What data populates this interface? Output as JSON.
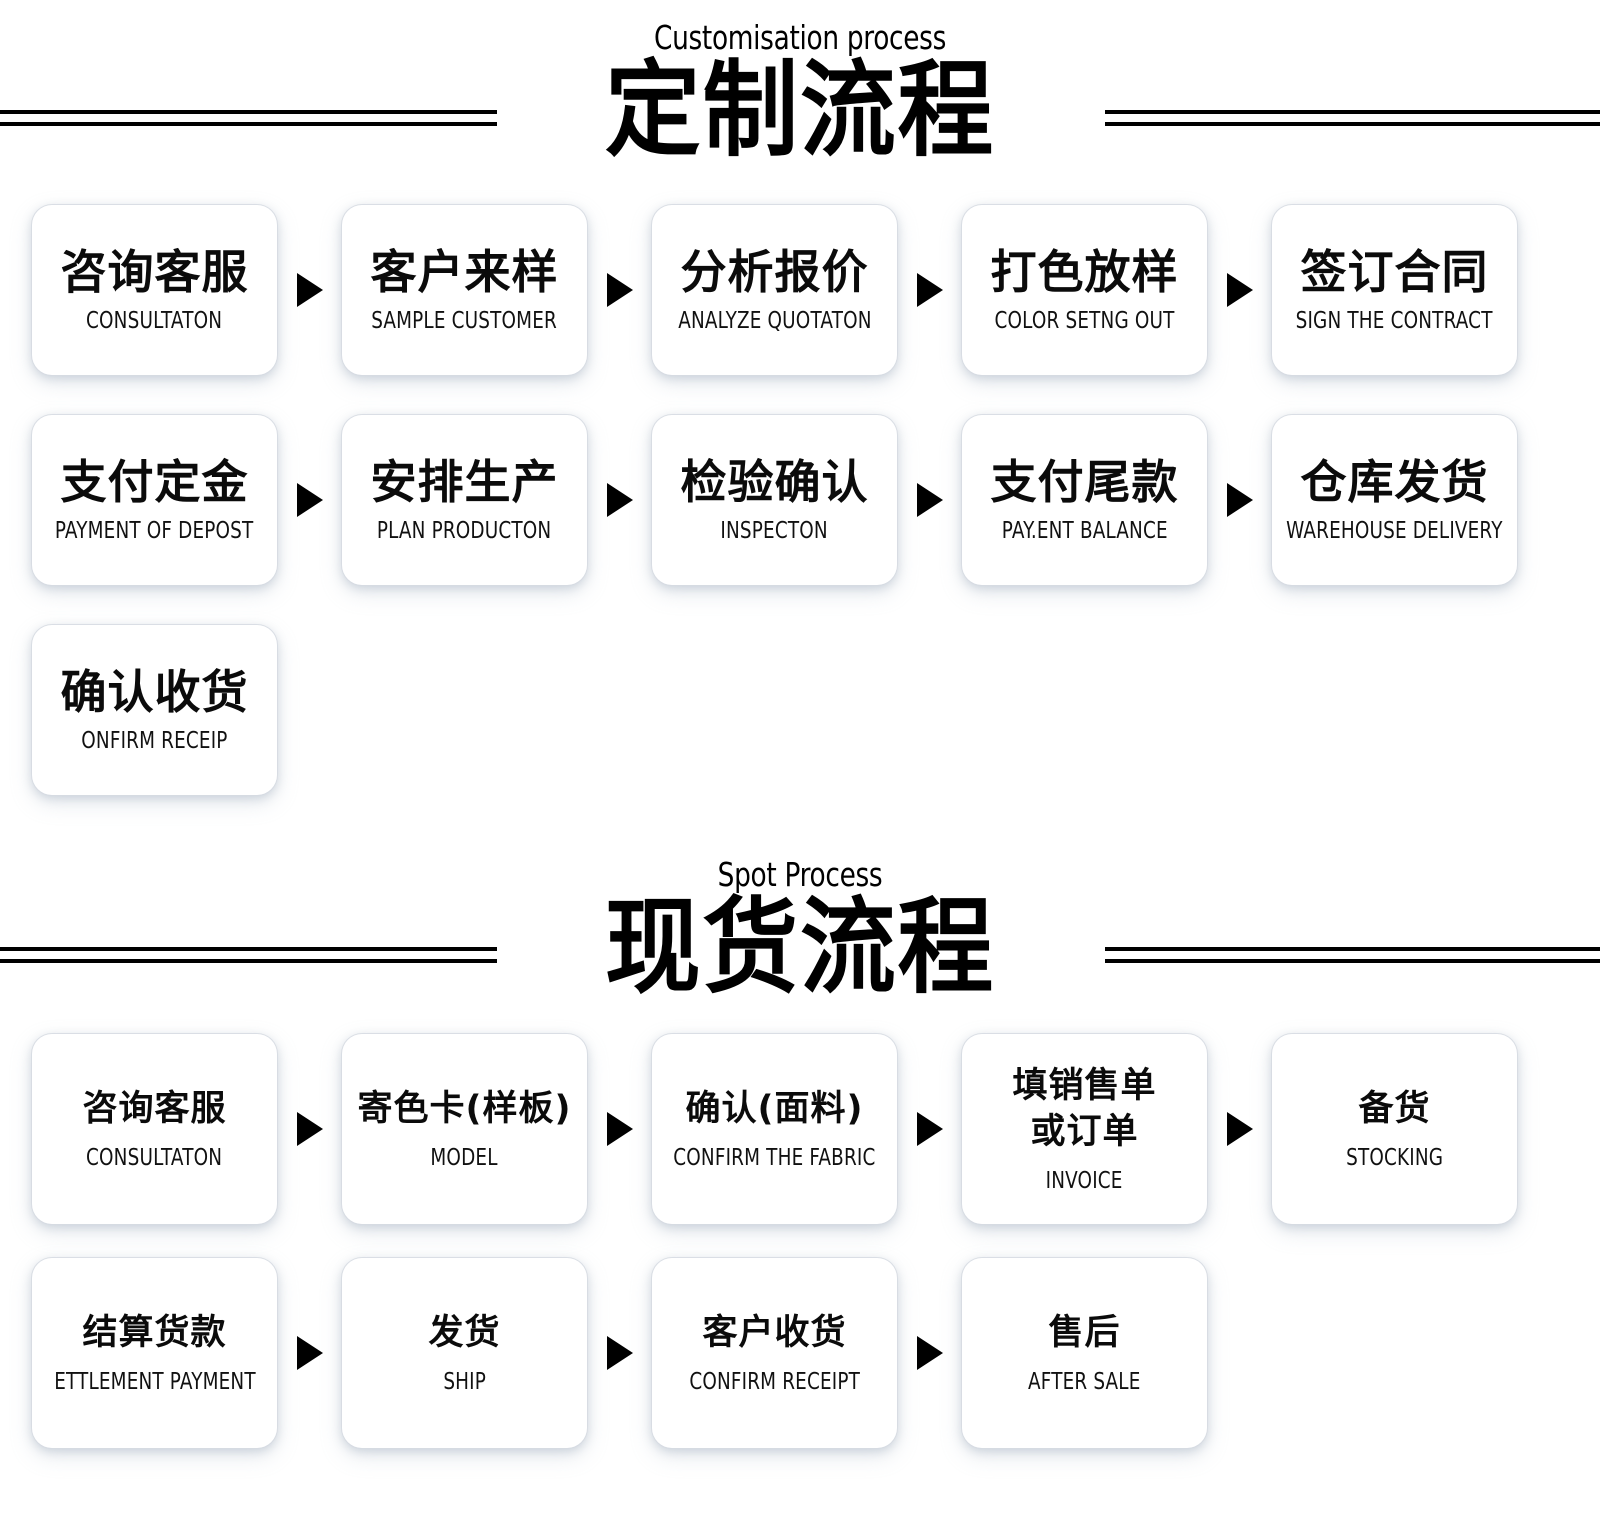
{
  "sections": [
    {
      "id": "customisation",
      "header": {
        "english": "Customisation process",
        "chinese": "定制流程"
      },
      "rows": [
        {
          "nodes": [
            {
              "cn": "咨询客服",
              "en": "CONSULTATON"
            },
            {
              "cn": "客户来样",
              "en": "SAMPLE CUSTOMER"
            },
            {
              "cn": "分析报价",
              "en": "ANALYZE QUOTATON"
            },
            {
              "cn": "打色放样",
              "en": "COLOR SETNG OUT"
            },
            {
              "cn": "签订合同",
              "en": "SIGN THE CONTRACT"
            }
          ]
        },
        {
          "nodes": [
            {
              "cn": "支付定金",
              "en": "PAYMENT OF DEPOST"
            },
            {
              "cn": "安排生产",
              "en": "PLAN PRODUCTON"
            },
            {
              "cn": "检验确认",
              "en": "INSPECTON"
            },
            {
              "cn": "支付尾款",
              "en": "PAY.ENT BALANCE"
            },
            {
              "cn": "仓库发货",
              "en": "WAREHOUSE DELIVERY"
            }
          ]
        },
        {
          "nodes": [
            {
              "cn": "确认收货",
              "en": "ONFIRM RECEIP"
            }
          ]
        }
      ]
    },
    {
      "id": "spot",
      "header": {
        "english": "Spot Process",
        "chinese": "现货流程"
      },
      "rows": [
        {
          "nodes": [
            {
              "cn": "咨询客服",
              "en": "CONSULTATON"
            },
            {
              "cn": "寄色卡(样板)",
              "en": "MODEL"
            },
            {
              "cn": "确认(面料)",
              "en": "CONFIRM THE FABRIC"
            },
            {
              "cn": "填销售单\n或订单",
              "en": "INVOICE"
            },
            {
              "cn": "备货",
              "en": "STOCKING"
            }
          ]
        },
        {
          "nodes": [
            {
              "cn": "结算货款",
              "en": "ETTLEMENT PAYMENT"
            },
            {
              "cn": "发货",
              "en": "SHIP"
            },
            {
              "cn": "客户收货",
              "en": "CONFIRM RECEIPT"
            },
            {
              "cn": "售后",
              "en": "AFTER SALE"
            }
          ]
        }
      ]
    }
  ],
  "icons": {
    "arrow": "arrow-right-triangle"
  },
  "colors": {
    "background": "#ffffff",
    "card": "#ffffff",
    "text": "#000000",
    "rule": "#000000",
    "shadow": "#a0acbc"
  }
}
